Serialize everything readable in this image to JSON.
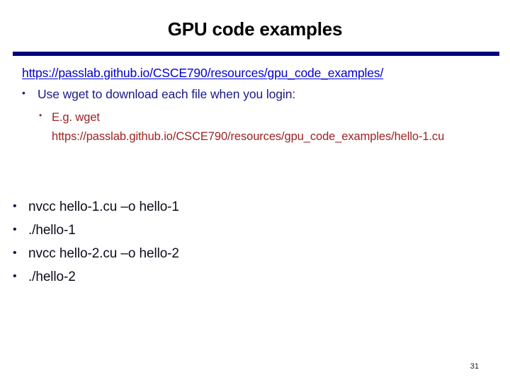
{
  "slide": {
    "title": "GPU code examples",
    "page_number": "31",
    "accent_color": "#000080",
    "link_color": "#0000cc",
    "level1_color": "#1a1a8c",
    "level2_color": "#9e2222",
    "command_color": "#0d0d1a"
  },
  "content": {
    "top_link": "https://passlab.github.io/CSCE790/resources/gpu_code_examples/",
    "level1_bullet": {
      "marker": "•",
      "text": "Use wget to download each file when you login:"
    },
    "level2_bullets": [
      {
        "marker": "•",
        "text": "E.g. wget"
      },
      {
        "marker": "",
        "text": "https://passlab.github.io/CSCE790/resources/gpu_code_examples/hello-1.cu"
      }
    ],
    "commands": [
      {
        "marker": "•",
        "text": "nvcc hello-1.cu –o hello-1"
      },
      {
        "marker": "•",
        "text": "./hello-1"
      },
      {
        "marker": "•",
        "text": "nvcc hello-2.cu –o hello-2"
      },
      {
        "marker": "•",
        "text": "./hello-2"
      }
    ]
  }
}
